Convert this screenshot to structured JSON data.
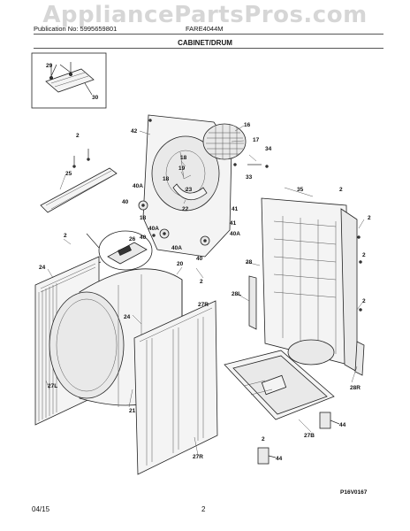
{
  "watermark": "AppliancePartsPros.com",
  "header": {
    "publication": "Publication No: 5995659801",
    "model": "FARE4044M"
  },
  "title": "CABINET/DRUM",
  "figure_id": "P16V0167",
  "footer": {
    "date": "04/15",
    "page": "2"
  },
  "callouts": {
    "c29": "29",
    "c30": "30",
    "c42": "42",
    "c16": "16",
    "c17": "17",
    "c34": "34",
    "c33": "33",
    "c18a": "18",
    "c19": "19",
    "c18b": "18",
    "c23": "23",
    "c22": "22",
    "c2a": "2",
    "c25": "25",
    "c40Aa": "40A",
    "c40a": "40",
    "c18c": "18",
    "c40Ab": "40A",
    "c40b": "40",
    "c41a": "41",
    "c41b": "41",
    "c40Ac": "40A",
    "c40Ad": "40A",
    "c40c": "40",
    "c35": "35",
    "c2b": "2",
    "c2c": "2",
    "c2d": "2",
    "c2e": "2",
    "c2f": "2",
    "c26": "26",
    "c20": "20",
    "c24a": "24",
    "c28": "28",
    "c28L": "28L",
    "c2g": "2",
    "c24b": "24",
    "c27R": "27R",
    "c27L": "27L",
    "c21": "21",
    "c28R": "28R",
    "c27B": "27B",
    "c44a": "44",
    "c44b": "44",
    "c2h": "2"
  }
}
